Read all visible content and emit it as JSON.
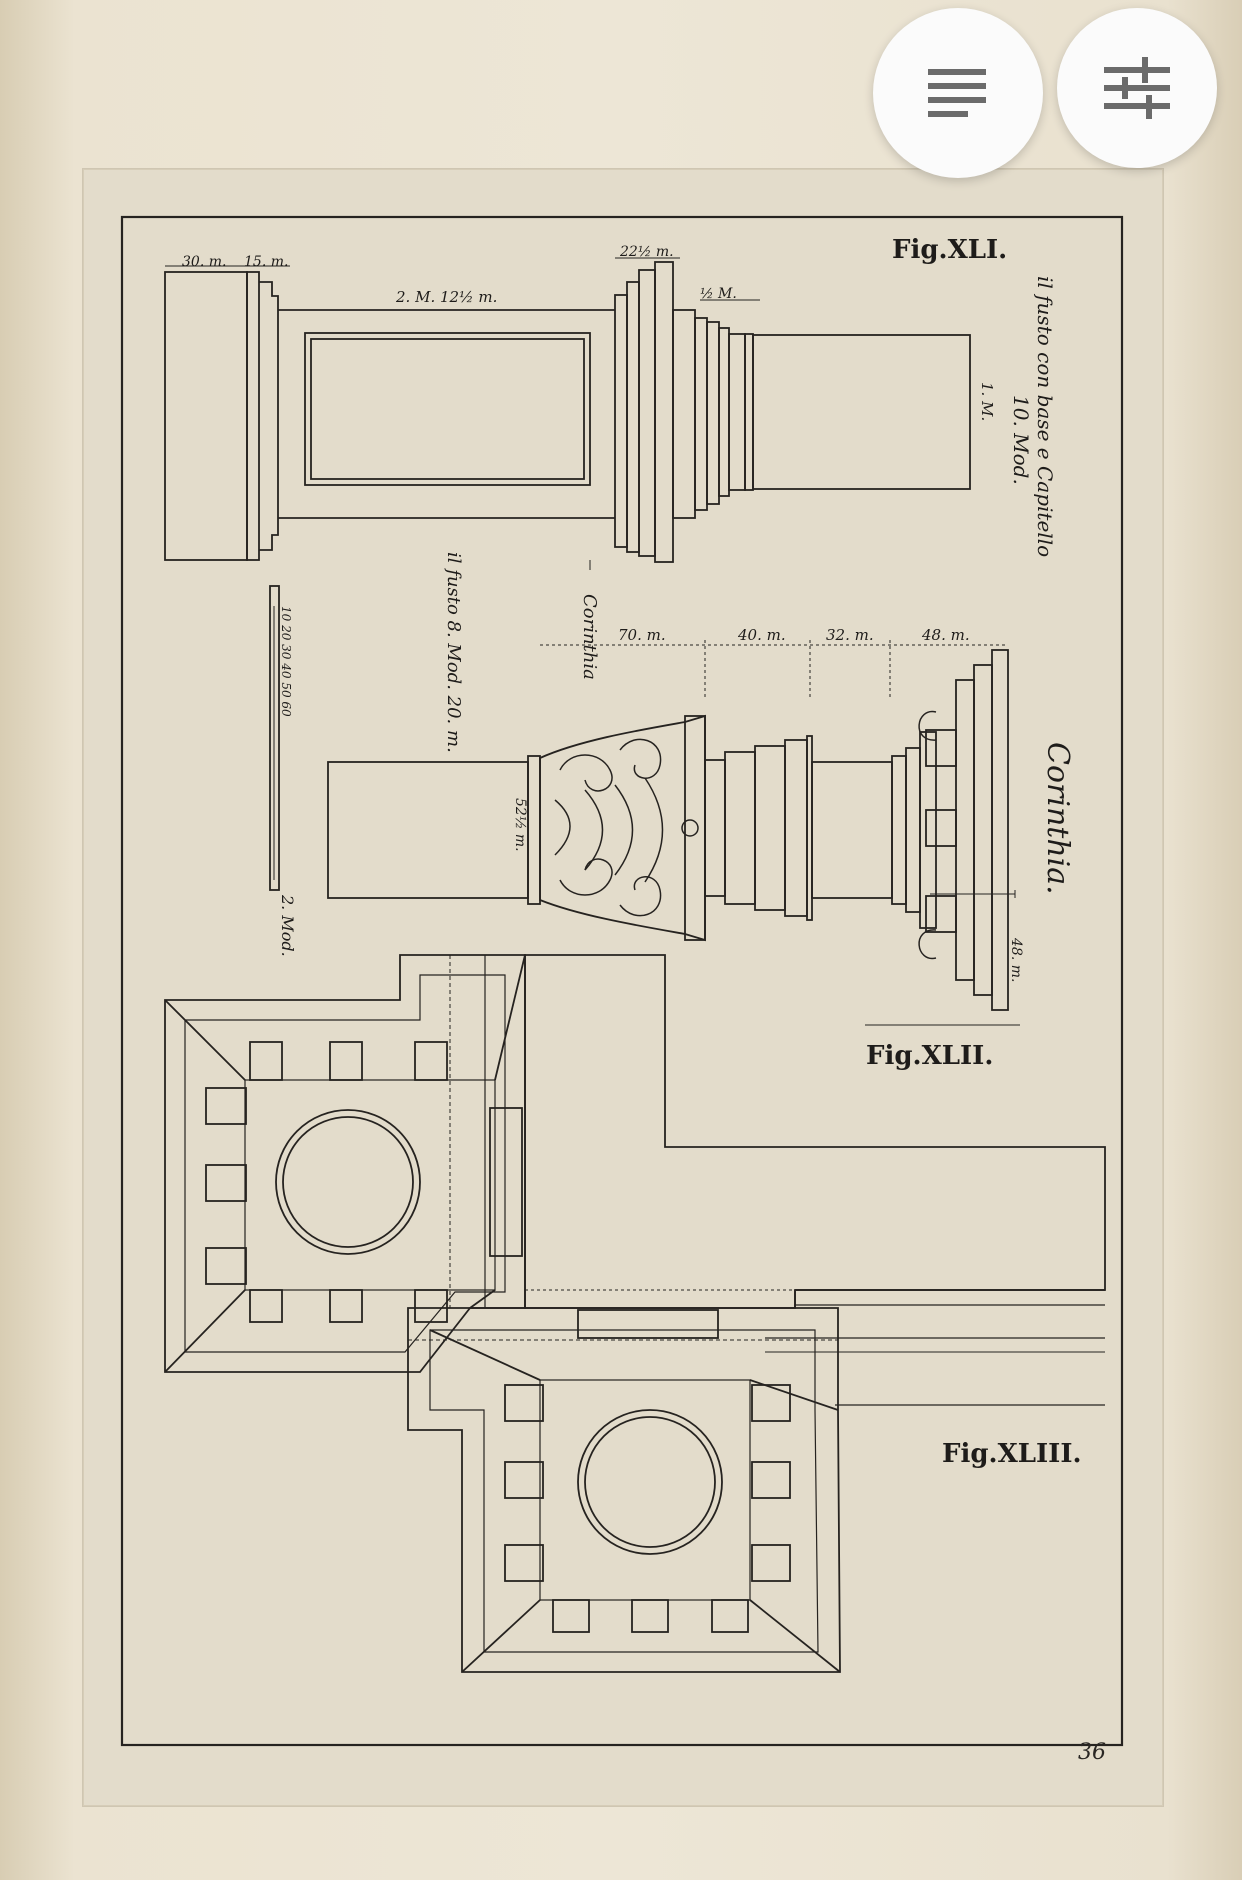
{
  "toolbar": {
    "notes_icon": "notes-lines-icon",
    "adjust_icon": "sliders-adjust-icon"
  },
  "plate": {
    "fig_41": "Fig.XLI.",
    "fig_42": "Fig.XLII.",
    "fig_43": "Fig.XLIII.",
    "title_corinthia": "Corinthia.",
    "note_fusto_1": "il fusto con base e Capitello",
    "note_fusto_2": "10. Mod.",
    "note_fusto_8": "il fusto 8. Mod. 20. m.",
    "label_corinthia_small": "Corinthia",
    "scale_label": "2. Mod.",
    "scale_ticks": "10  20  30  40  50  60",
    "dim_30m": "30. m.",
    "dim_15m": "15. m.",
    "dim_2M_12": "2. M. 12½ m.",
    "dim_22m": "22½ m.",
    "dim_half_M": "½ M.",
    "dim_1M": "1. M.",
    "dim_70m": "70. m.",
    "dim_40m": "40. m.",
    "dim_32m": "32. m.",
    "dim_48m_top": "48. m.",
    "dim_48m_side": "48. m.",
    "dim_52m": "52½ m.",
    "page_number": "36"
  },
  "colors": {
    "paper": "#ebe3d1",
    "plate": "#e3dccb",
    "ink": "#1e1c1a",
    "fab_bg": "#fbfbfb",
    "icon": "#6b6b6b"
  }
}
